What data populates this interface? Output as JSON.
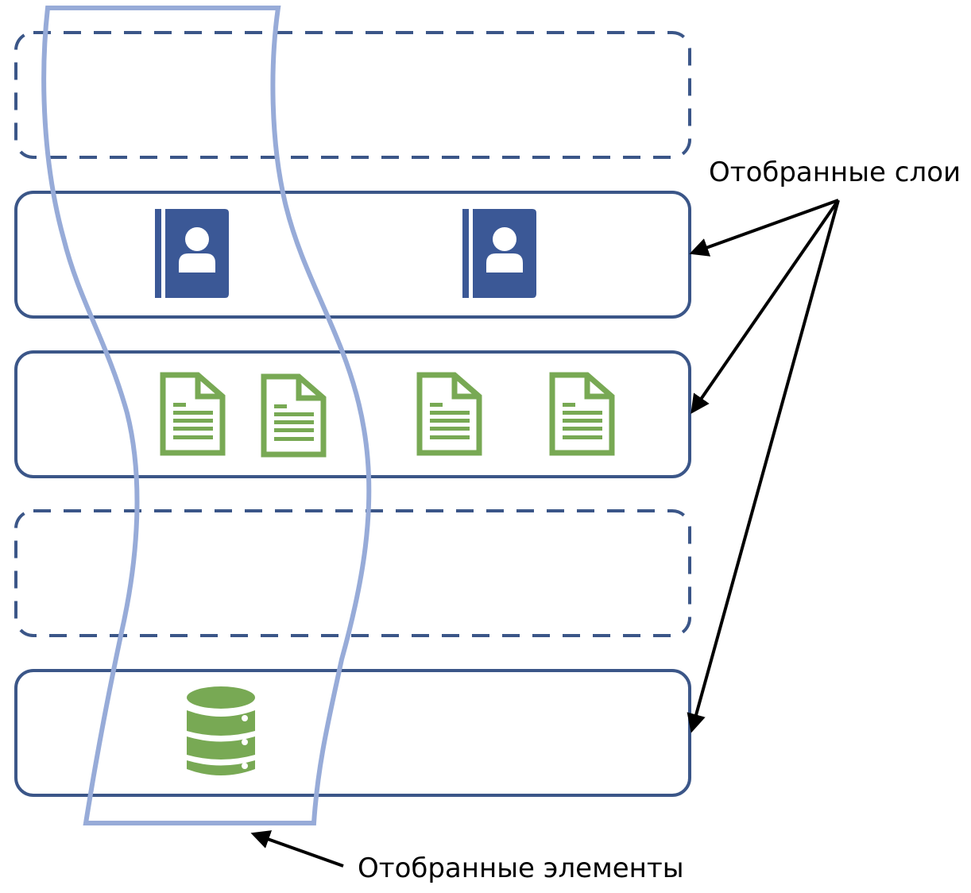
{
  "diagram": {
    "title": "",
    "colors": {
      "layer_border": "#3B5688",
      "selection_band": "#97ABD8",
      "contact_icon": "#3B5896",
      "document_icon": "#78A954",
      "database_icon": "#78A954",
      "arrow": "#000000"
    },
    "layers": [
      {
        "id": "layer-1",
        "selected": false,
        "style": "dashed",
        "icons": []
      },
      {
        "id": "layer-2",
        "selected": true,
        "style": "solid",
        "icons": [
          "contact-book",
          "contact-book"
        ]
      },
      {
        "id": "layer-3",
        "selected": true,
        "style": "solid",
        "icons": [
          "document",
          "document",
          "document",
          "document"
        ]
      },
      {
        "id": "layer-4",
        "selected": false,
        "style": "dashed",
        "icons": []
      },
      {
        "id": "layer-5",
        "selected": true,
        "style": "solid",
        "icons": [
          "database"
        ]
      }
    ],
    "labels": {
      "selected_layers": "Отобранные слои",
      "selected_elements": "Отобранные элементы"
    }
  }
}
